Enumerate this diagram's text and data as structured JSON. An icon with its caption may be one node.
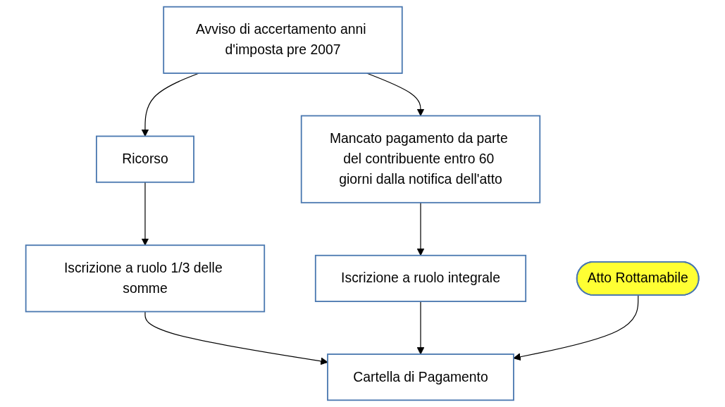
{
  "diagram": {
    "nodes": [
      {
        "text": [
          "Avviso di accertamento anni d'imposta pre 2007"
        ]
      },
      {
        "text": [
          "Ricorso"
        ]
      },
      {
        "text": [
          "Mancato pagamento da parte del contribuente entro 60 giorni dalla notifica dell'atto"
        ]
      },
      {
        "text": [
          "Iscrizione a ruolo 1/3 delle somme"
        ]
      },
      {
        "text": [
          "Iscrizione a ruolo integrale"
        ]
      },
      {
        "text": [
          "Cartella di Pagamento"
        ]
      },
      {
        "text": [
          "Atto Rottamabile"
        ]
      }
    ],
    "edges": [
      {
        "from": 0,
        "to": 1,
        "arrow": "to"
      },
      {
        "from": 0,
        "to": 2,
        "arrow": "to"
      },
      {
        "from": 1,
        "to": 3,
        "arrow": "to"
      },
      {
        "from": 2,
        "to": 4,
        "arrow": "to"
      },
      {
        "from": 3,
        "to": 5,
        "arrow": "to"
      },
      {
        "from": 4,
        "to": 5,
        "arrow": "to"
      },
      {
        "from": 6,
        "to": 5,
        "arrow": "to"
      }
    ]
  }
}
